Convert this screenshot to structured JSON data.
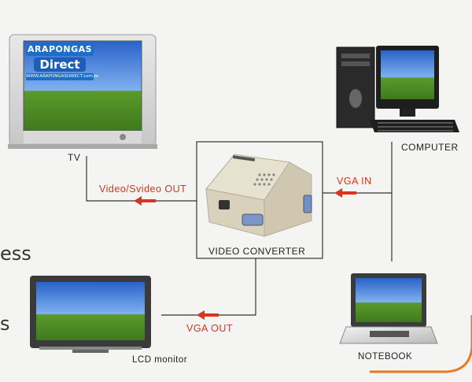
{
  "devices": {
    "tv": {
      "label": "TV"
    },
    "computer": {
      "label": "COMPUTER"
    },
    "video_converter": {
      "label": "VIDEO CONVERTER"
    },
    "lcd_monitor": {
      "label": "LCD monitor"
    },
    "notebook": {
      "label": "NOTEBOOK"
    }
  },
  "connections": {
    "video_out": {
      "label": "Video/Svideo OUT"
    },
    "vga_in": {
      "label": "VGA IN"
    },
    "vga_out": {
      "label": "VGA OUT"
    }
  },
  "watermark": {
    "brand_top": "ARAPONGAS",
    "brand_main": "Direct",
    "url": "WWW.ARAPONGASDIRECT.com.br"
  },
  "text_fragments": {
    "line1": "ess",
    "line2": "s"
  },
  "colors": {
    "arrow": "#d9341f",
    "label_red": "#d9341f",
    "line": "#333333",
    "accent_orange": "#e8791f",
    "logo_blue": "#1c6fc9"
  },
  "icons": [
    "tv-icon",
    "computer-icon",
    "video-converter-icon",
    "lcd-monitor-icon",
    "notebook-icon",
    "arrow-left-icon"
  ]
}
